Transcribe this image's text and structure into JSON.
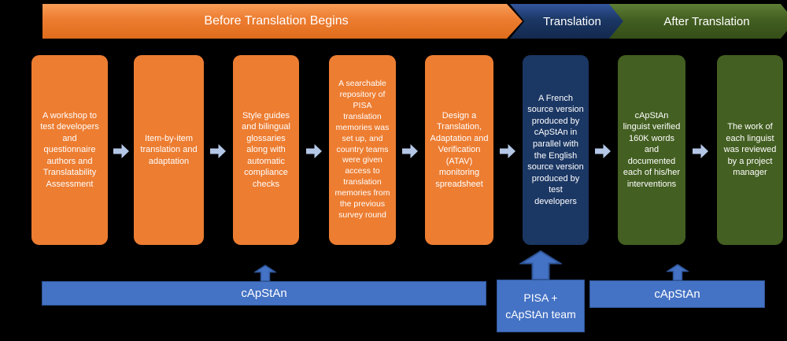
{
  "phases": [
    {
      "label": "Before Translation Begins",
      "color": "#ED7D31"
    },
    {
      "label": "Translation",
      "color": "#1B3764"
    },
    {
      "label": "After Translation",
      "color": "#435F21"
    }
  ],
  "steps": [
    {
      "phase": "before",
      "text": "A workshop to test developers and questionnaire authors and Translatability Assessment"
    },
    {
      "phase": "before",
      "text": "Item-by-item translation and adaptation"
    },
    {
      "phase": "before",
      "text": "Style guides and bilingual glossaries along with automatic compliance checks"
    },
    {
      "phase": "before",
      "text": "A searchable repository of PISA translation memories was set up, and country teams were given access to translation memories from the previous survey round"
    },
    {
      "phase": "before",
      "text": "Design a Translation, Adaptation and Verification (ATAV) monitoring spreadsheet"
    },
    {
      "phase": "translation",
      "text": "A French source version produced by cApStAn in parallel with the English source version produced by test developers"
    },
    {
      "phase": "after",
      "text": "cApStAn linguist verified 160K words and documented each of his/her interventions"
    },
    {
      "phase": "after",
      "text": "The work of each linguist was reviewed by a project manager"
    }
  ],
  "actors": [
    {
      "label": "cApStAn"
    },
    {
      "label": "PISA + cApStAn team"
    },
    {
      "label": "cApStAn"
    }
  ],
  "colors": {
    "background": "#000000",
    "orange": "#ED7D31",
    "navy": "#1B3764",
    "green": "#435F21",
    "bar_blue": "#4472C4",
    "bar_border": "#2F5597",
    "connector_light_blue": "#B4C7E7",
    "text": "#FFFFFF"
  }
}
